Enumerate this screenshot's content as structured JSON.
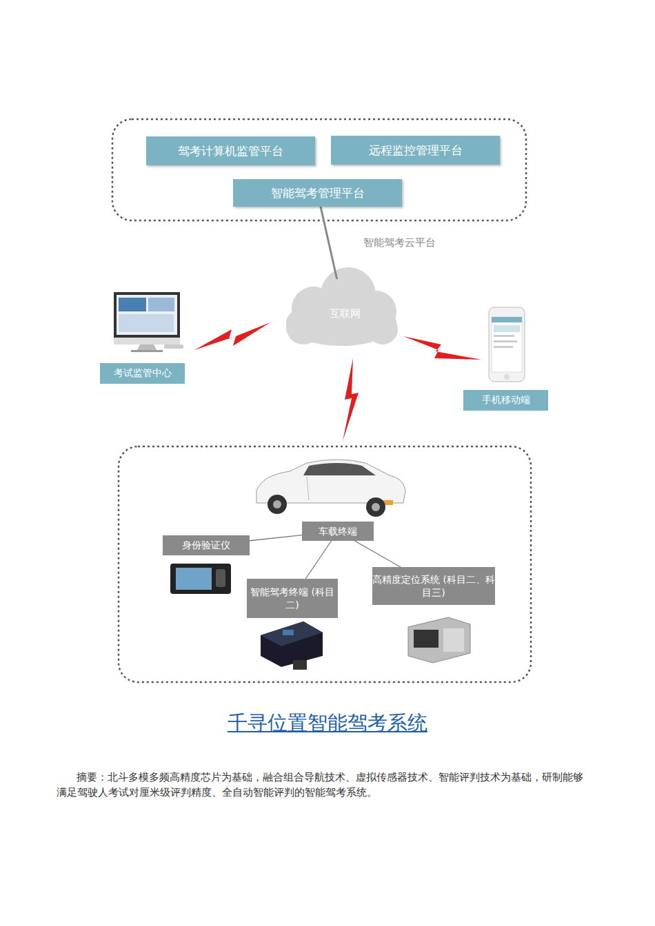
{
  "diagram": {
    "title": "千寻位置智能驾考系统",
    "caption": "摘要：北斗多模多频高精度芯片为基础，融合组合导航技术、虚拟传感器技术、智能评判技术为基础，研制能够满足驾驶人考试对厘米级评判精度、全自动智能评判的智能驾考系统。",
    "nodes": [
      {
        "text": [
          "驾考计算机监管平台"
        ]
      },
      {
        "text": [
          "远程监控管理平台"
        ]
      },
      {
        "text": [
          "智能驾考管理平台"
        ]
      },
      {
        "text": [
          "互联网"
        ]
      },
      {
        "text": [
          "考试监管中心"
        ]
      },
      {
        "text": [
          "手机移动端"
        ]
      },
      {
        "text": [
          "车载终端"
        ]
      },
      {
        "text": [
          "身份验证仪"
        ]
      },
      {
        "text": [
          "智能驾考终端 (科目二)"
        ]
      },
      {
        "text": [
          "高精度定位系统 (科目二、科目三)"
        ]
      }
    ],
    "edges": [
      {
        "from": 2,
        "to": 3,
        "arrow": "none",
        "label": "智能驾考云平台"
      },
      {
        "from": 6,
        "to": 7,
        "arrow": "none"
      },
      {
        "from": 6,
        "to": 8,
        "arrow": "none"
      },
      {
        "from": 6,
        "to": 9,
        "arrow": "none"
      }
    ]
  }
}
